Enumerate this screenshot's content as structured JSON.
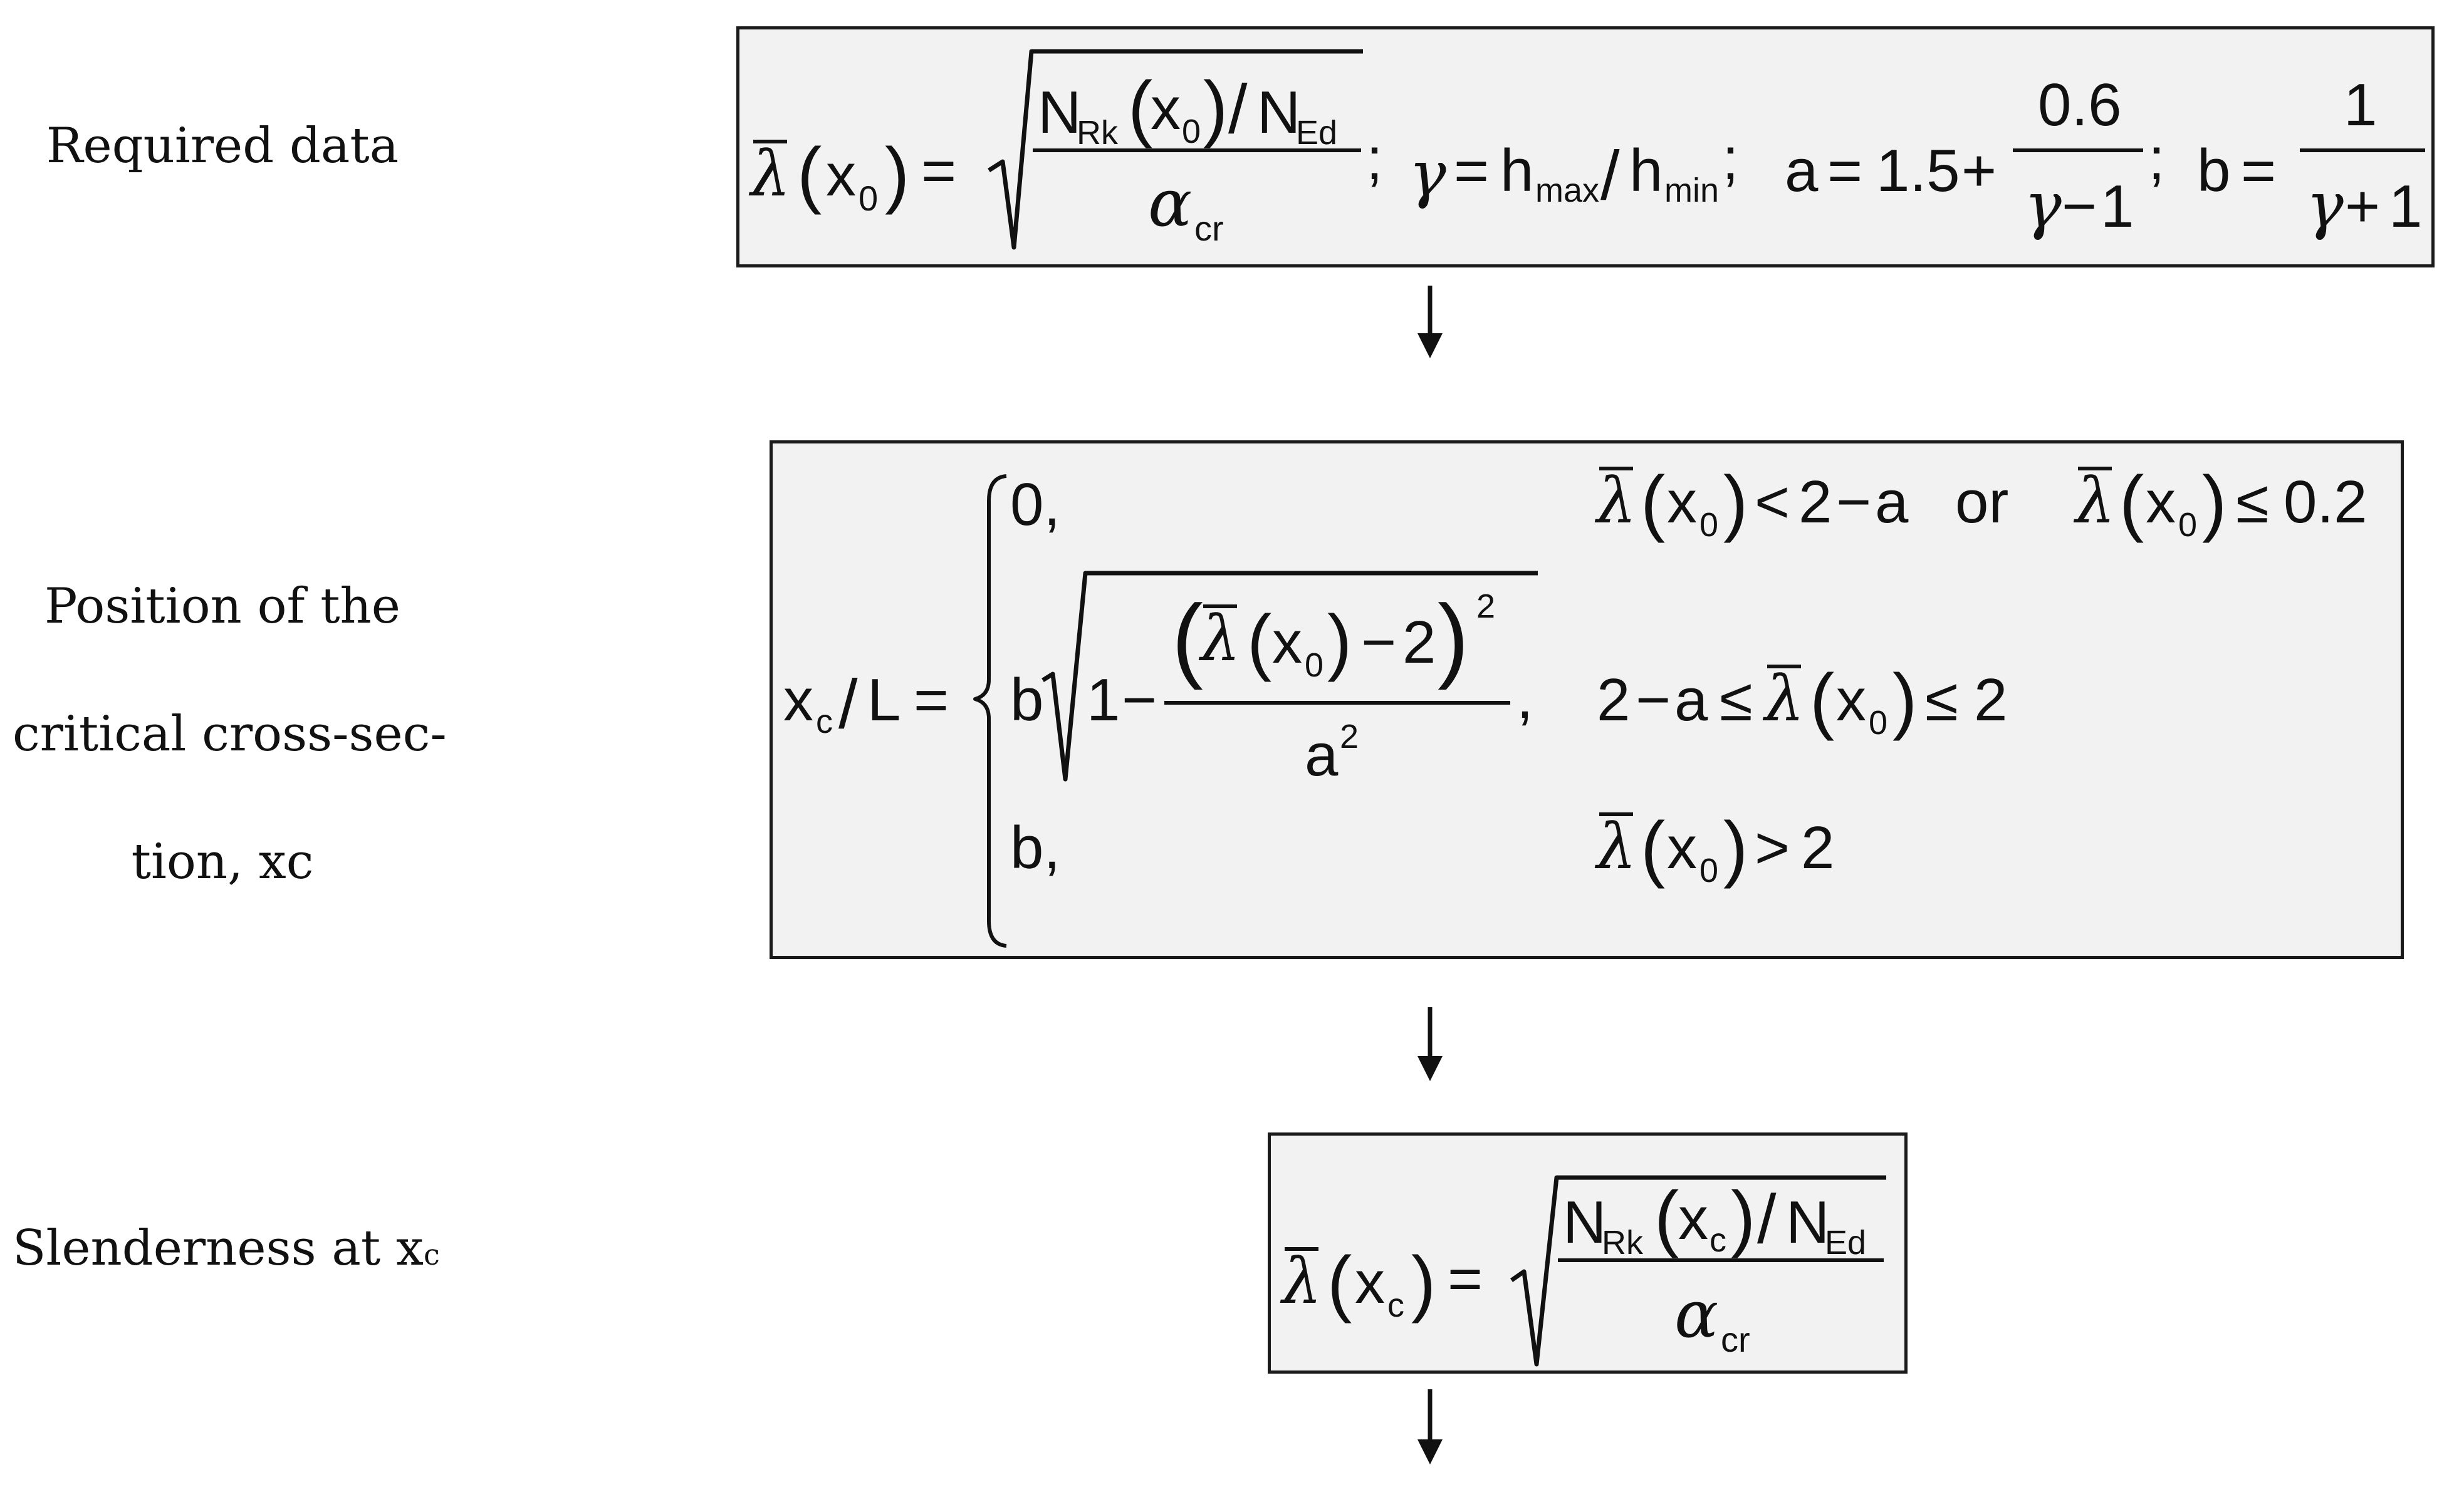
{
  "labels": {
    "required_data": "Required data",
    "position_line1": "Position of the",
    "position_line2": "critical cross-sec-",
    "position_line3": "tion, xc",
    "slenderness_text": "Slenderness at x",
    "slenderness_sub": "c"
  },
  "formula1": {
    "lambda_lhs": "λ(x0) = √[(N_Rk(x0)/N_Ed)/α_cr]",
    "gamma": "γ = h_max/h_min",
    "a": "a = 1.5 + 0.6/(γ−1)",
    "b": "b = 1/(γ+1)",
    "num_plus": "1.5",
    "num_06": "0.6",
    "num_1": "1"
  },
  "formula2": {
    "lhs": "xc/L",
    "case1_value": "0,",
    "case1_condition": "λ(x0) < 2 − a or λ(x0) ≤ 0.2",
    "case1_or": "or",
    "case1_limit": "0.2",
    "case2_value": "b√[1 − (λ(x0) − 2)²/a²],",
    "case2_condition": "2 − a ≤ λ(x0) ≤ 2",
    "case3_value": "b,",
    "case3_condition": "λ(x0) > 2"
  },
  "formula3": {
    "expression": "λ(xc) = √[(N_Rk(xc)/N_Ed)/α_cr]"
  },
  "icons": [
    "down-arrow-icon",
    "down-arrow-icon",
    "down-arrow-icon"
  ]
}
